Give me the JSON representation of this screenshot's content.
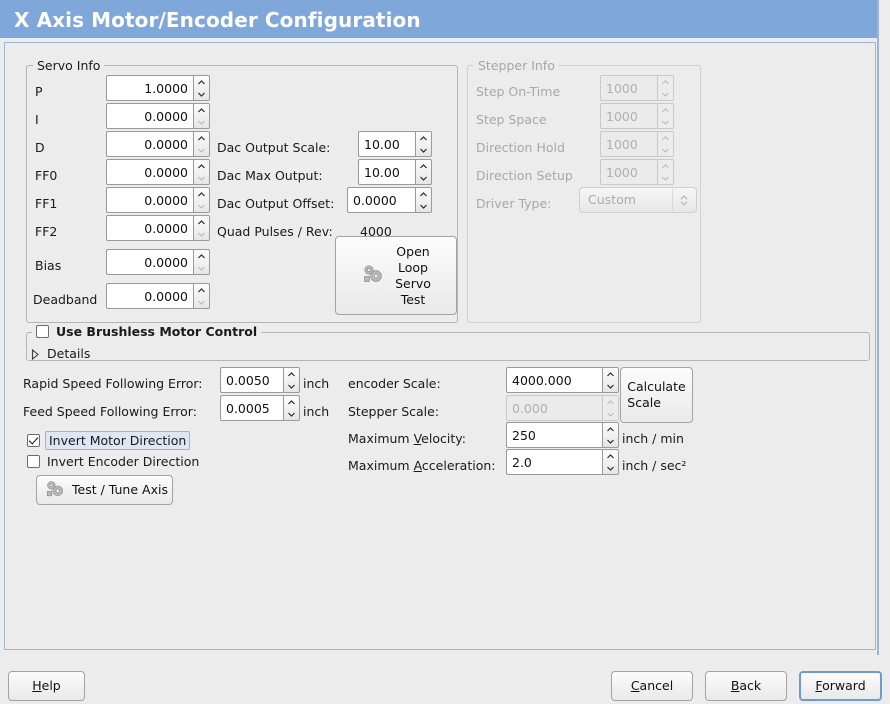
{
  "window": {
    "title": "X Axis Motor/Encoder Configuration",
    "title_bg": "#7fa7d9",
    "body_bg": "#ececec"
  },
  "servo": {
    "group_label": "Servo Info",
    "fields": [
      {
        "label": "P",
        "value": "1.0000"
      },
      {
        "label": "I",
        "value": "0.0000"
      },
      {
        "label": "D",
        "value": "0.0000"
      },
      {
        "label": "FF0",
        "value": "0.0000"
      },
      {
        "label": "FF1",
        "value": "0.0000"
      },
      {
        "label": "FF2",
        "value": "0.0000"
      },
      {
        "label": "Bias",
        "value": "0.0000"
      },
      {
        "label": "Deadband",
        "value": "0.0000"
      }
    ],
    "dac_output_scale": {
      "label": "Dac Output Scale:",
      "value": "10.00"
    },
    "dac_max_output": {
      "label": "Dac Max Output:",
      "value": "10.00"
    },
    "dac_output_offset": {
      "label": "Dac Output Offset:",
      "value": "0.0000"
    },
    "quad_pulses": {
      "label": "Quad Pulses / Rev:",
      "value": "4000"
    },
    "open_loop_test_button": {
      "line1": "Open",
      "line2": "Loop",
      "line3": "Servo",
      "line4": "Test",
      "icon": "gears-icon"
    }
  },
  "stepper": {
    "group_label": "Stepper Info",
    "disabled": true,
    "fields": [
      {
        "label": "Step On-Time",
        "value": "1000"
      },
      {
        "label": "Step Space",
        "value": "1000"
      },
      {
        "label": "Direction Hold",
        "value": "1000"
      },
      {
        "label": "Direction Setup",
        "value": "1000"
      }
    ],
    "driver_type": {
      "label": "Driver Type:",
      "value": "Custom"
    }
  },
  "brushless": {
    "checkbox_label": "Use Brushless Motor Control",
    "checked": false,
    "details_label": "Details",
    "details_expanded": false
  },
  "errors": {
    "rapid": {
      "label": "Rapid Speed Following Error:",
      "value": "0.0050",
      "unit": "inch"
    },
    "feed": {
      "label": "Feed Speed Following Error:",
      "value": "0.0005",
      "unit": "inch"
    }
  },
  "direction": {
    "invert_motor": {
      "label": "Invert Motor Direction",
      "checked": true,
      "focused": true
    },
    "invert_encoder": {
      "label": "Invert Encoder Direction",
      "checked": false,
      "focused": false
    }
  },
  "test_tune_button": {
    "label": "Test / Tune Axis",
    "icon": "gears-icon"
  },
  "scales": {
    "encoder_scale": {
      "label": "encoder Scale:",
      "value": "4000.000",
      "disabled": false
    },
    "stepper_scale": {
      "label": "Stepper Scale:",
      "value": "0.000",
      "disabled": true
    },
    "max_velocity": {
      "label": "Maximum Velocity:",
      "value": "250",
      "unit": "inch / min"
    },
    "max_acceleration": {
      "label": "Maximum Acceleration:",
      "value": "2.0",
      "unit": "inch / sec²"
    },
    "calculate_button": {
      "line1": "Calculate",
      "line2": "Scale"
    }
  },
  "footer": {
    "help": "Help",
    "cancel": "Cancel",
    "back": "Back",
    "forward": "Forward",
    "focused": "forward"
  }
}
